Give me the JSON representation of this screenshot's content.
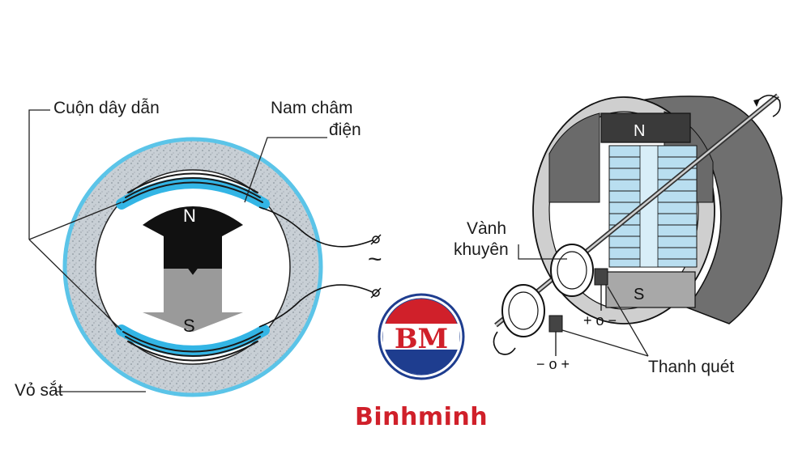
{
  "labels": {
    "coil": "Cuộn dây dẫn",
    "electromagnet_line1": "Nam châm",
    "electromagnet_line2": "điện",
    "iron_shell": "Vỏ sắt",
    "ring_line1": "Vành",
    "ring_line2": "khuyên",
    "brush": "Thanh quét",
    "ac_symbol": "~",
    "pole_n_left": "N",
    "pole_s_left": "S",
    "pole_n_right": "N",
    "pole_s_right": "S",
    "plus_minus_upper": "+ o −",
    "minus_plus_lower": "− o +"
  },
  "logo": {
    "initials": "BM",
    "brand_name": "Binhminh",
    "colors": {
      "red": "#d0202a",
      "blue": "#1e3d8f"
    }
  },
  "colors": {
    "iron_texture": "#c4cbd1",
    "coil_blue": "#33b5e5",
    "magnet_black": "#111111",
    "magnet_grey": "#9a9a9a",
    "shell_dark": "#707070",
    "shell_light": "#d4d4d4"
  }
}
